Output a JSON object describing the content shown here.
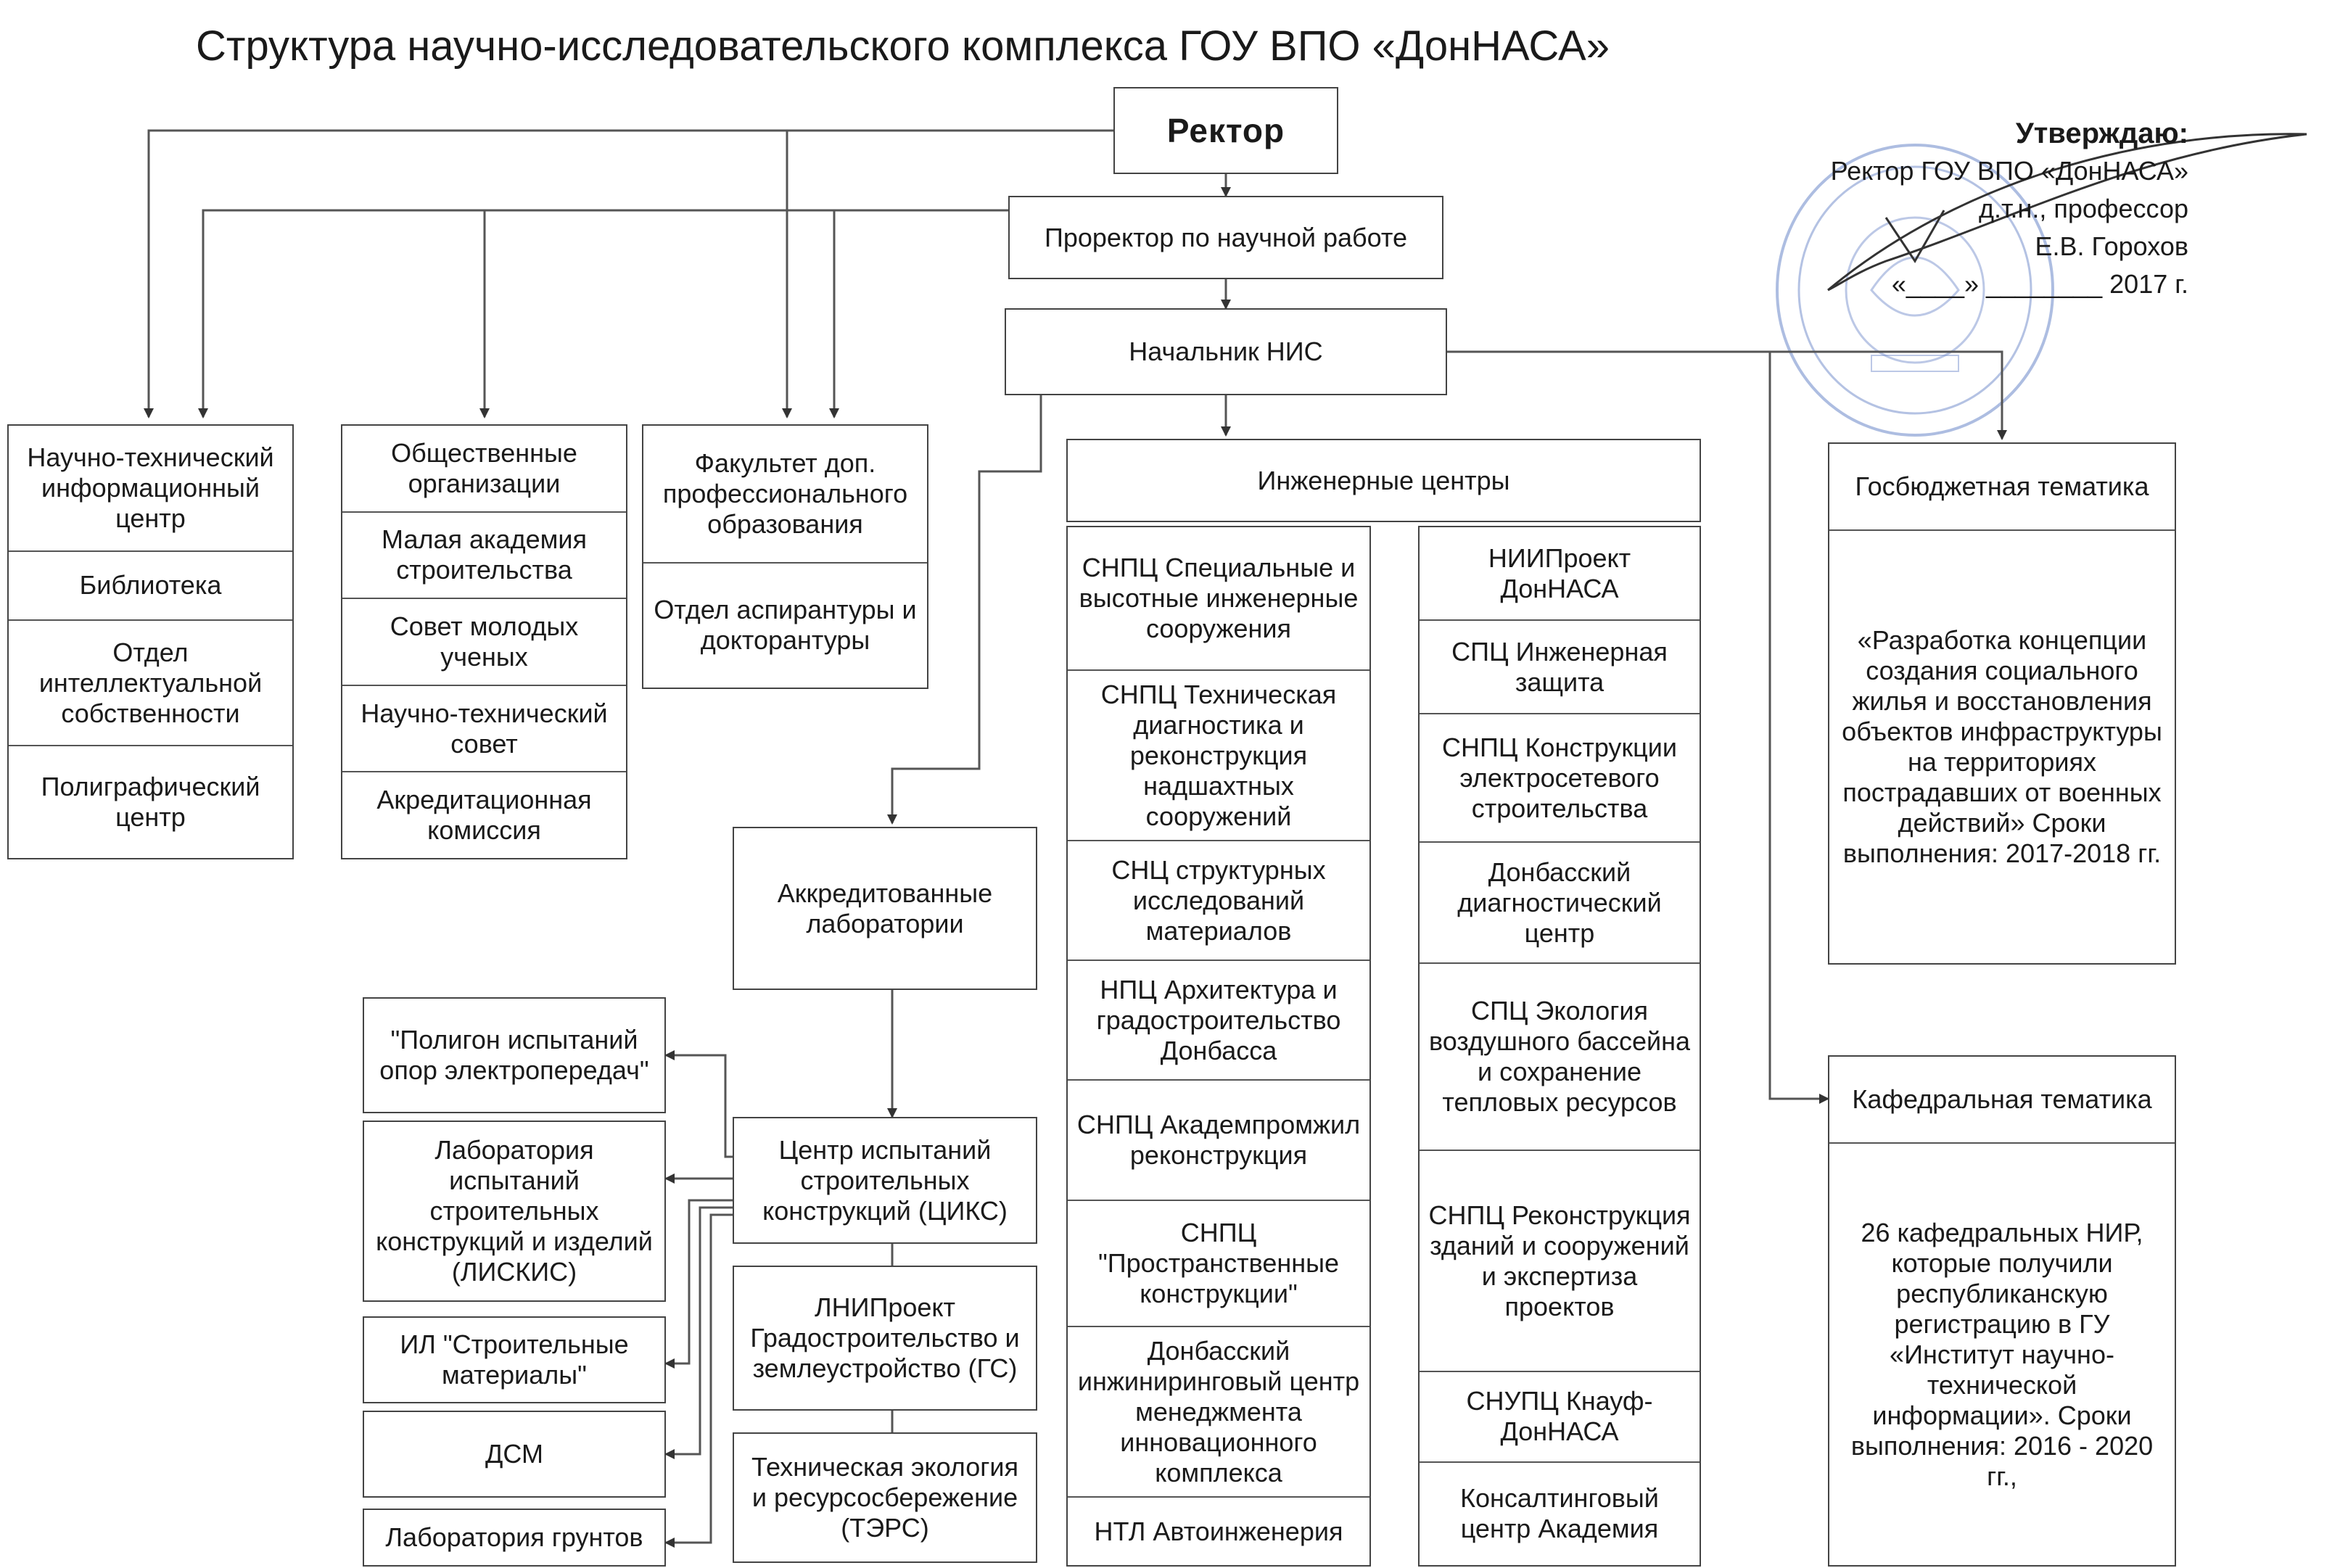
{
  "title": "Структура научно-исследовательского комплекса ГОУ ВПО «ДонНАСА»",
  "approval": {
    "heading": "Утверждаю:",
    "line1": "Ректор ГОУ ВПО «ДонНАСА»",
    "line2": "д.т.н., профессор",
    "line3": "Е.В. Горохов",
    "line4": "«____»  ________  2017 г."
  },
  "rector": "Ректор",
  "prorector": "Проректор по научной работе",
  "head_nis": "Начальник НИС",
  "left_col1": [
    "Научно-технический информационный центр",
    "Библиотека",
    "Отдел интеллектуальной собственности",
    "Полиграфический центр"
  ],
  "left_col2": [
    "Общественные организации",
    "Малая академия строительства",
    "Совет молодых ученых",
    "Научно-технический совет",
    "Акредитационная комиссия"
  ],
  "left_col3": [
    "Факультет доп. профессионального образования",
    "Отдел аспирантуры и докторантуры"
  ],
  "labs_title": "Аккредитованные лаборатории",
  "ciks": "Центр испытаний строительных конструкций (ЦИКС)",
  "ciks_subs": [
    "\"Полигон испытаний опор электропередач\"",
    "Лаборатория испытаний строительных конструкций и изделий (ЛИСКИС)",
    "ИЛ \"Строительные материалы\"",
    "ДСМ",
    "Лаборатория грунтов"
  ],
  "lab_extra": [
    "ЛНИПроект Градостроительство и землеустройство (ГС)",
    "Техническая экология и ресурсосбережение (ТЭРС)"
  ],
  "eng_title": "Инженерные центры",
  "eng_left": [
    "СНПЦ Специальные и высотные инженерные сооружения",
    "СНПЦ Техническая диагностика и реконструкция надшахтных сооружений",
    "СНЦ структурных исследований материалов",
    "НПЦ Архитектура и градостроительство Донбасса",
    "СНПЦ Академпромжил реконструкция",
    "СНПЦ \"Пространственные конструкции\"",
    "Донбасский инжиниринговый центр менеджмента инновационного комплекса",
    "НТЛ Автоинженерия"
  ],
  "eng_right": [
    "НИИПроект ДонНАСА",
    "СПЦ Инженерная защита",
    "СНПЦ Конструкции электросетевого строительства",
    "Донбасский диагностический центр",
    "СПЦ Экология воздушного бассейна и сохранение тепловых ресурсов",
    "СНПЦ Реконструкция зданий и сооружений и экспертиза проектов",
    "СНУПЦ Кнауф-ДонНАСА",
    "Консалтинговый центр Академия"
  ],
  "gov_title": "Госбюджетная тематика",
  "gov_text": "«Разработка концепции создания социального жилья и восстановления объектов инфраструктуры на территориях пострадавших от военных действий» Сроки выполнения: 2017-2018 гг.",
  "dept_title": "Кафедральная тематика",
  "dept_text": "26 кафедральных НИР, которые получили республиканскую регистрацию в ГУ «Институт научно-технической информации». Сроки выполнения: 2016 - 2020 гг.,"
}
